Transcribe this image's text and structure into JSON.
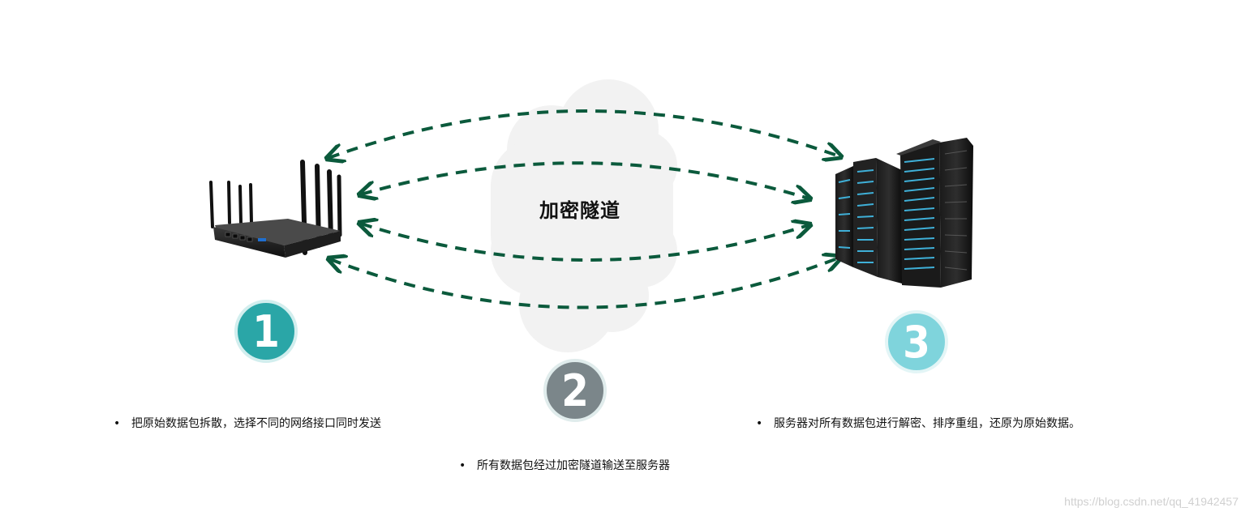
{
  "tunnel_label": "加密隧道",
  "steps": [
    {
      "number": "1",
      "color": "#2aa6a7",
      "text": "把原始数据包拆散，选择不同的网络接口同时发送"
    },
    {
      "number": "2",
      "color": "#7b868a",
      "text": "所有数据包经过加密隧道输送至服务器"
    },
    {
      "number": "3",
      "color": "#7fd4dc",
      "text": "服务器对所有数据包进行解密、排序重组，还原为原始数据。"
    }
  ],
  "bullet_char": "•",
  "watermark": "https://blog.csdn.net/qq_41942457",
  "colors": {
    "arrow": "#0b5a3c",
    "cloud": "#f2f2f2"
  },
  "icons": {
    "device": "router-icon",
    "server": "server-rack-icon",
    "cloud": "cloud-icon"
  }
}
